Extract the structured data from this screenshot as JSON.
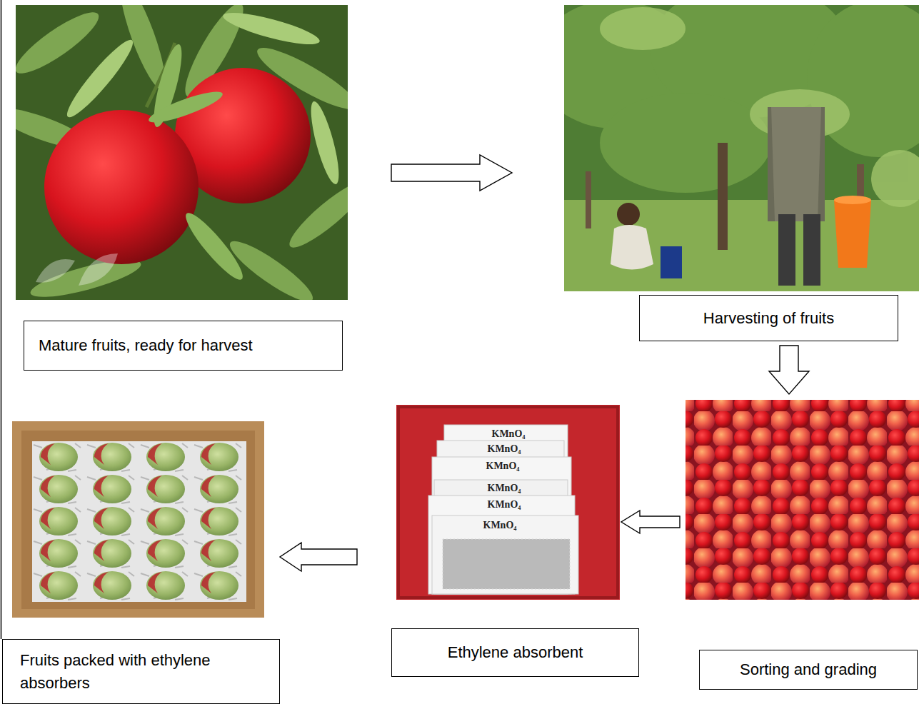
{
  "diagram": {
    "nodes": [
      {
        "text": [
          "Mature fruits, ready for harvest"
        ]
      },
      {
        "text": [
          "Harvesting of fruits"
        ]
      },
      {
        "text": [
          "Sorting and grading"
        ]
      },
      {
        "text": [
          "Ethylene absorbent"
        ]
      },
      {
        "text": [
          "Fruits packed with ethylene absorbers"
        ]
      }
    ],
    "edges": [
      {
        "from": 0,
        "to": 1,
        "arrow": "to"
      },
      {
        "from": 1,
        "to": 2,
        "arrow": "to"
      },
      {
        "from": 2,
        "to": 3,
        "arrow": "to"
      },
      {
        "from": 3,
        "to": 4,
        "arrow": "to"
      }
    ],
    "labels": [
      "KMnO₄",
      "KMnO₄",
      "KMnO₄",
      "KMnO₄",
      "KMnO₄",
      "KMnO₄"
    ]
  }
}
